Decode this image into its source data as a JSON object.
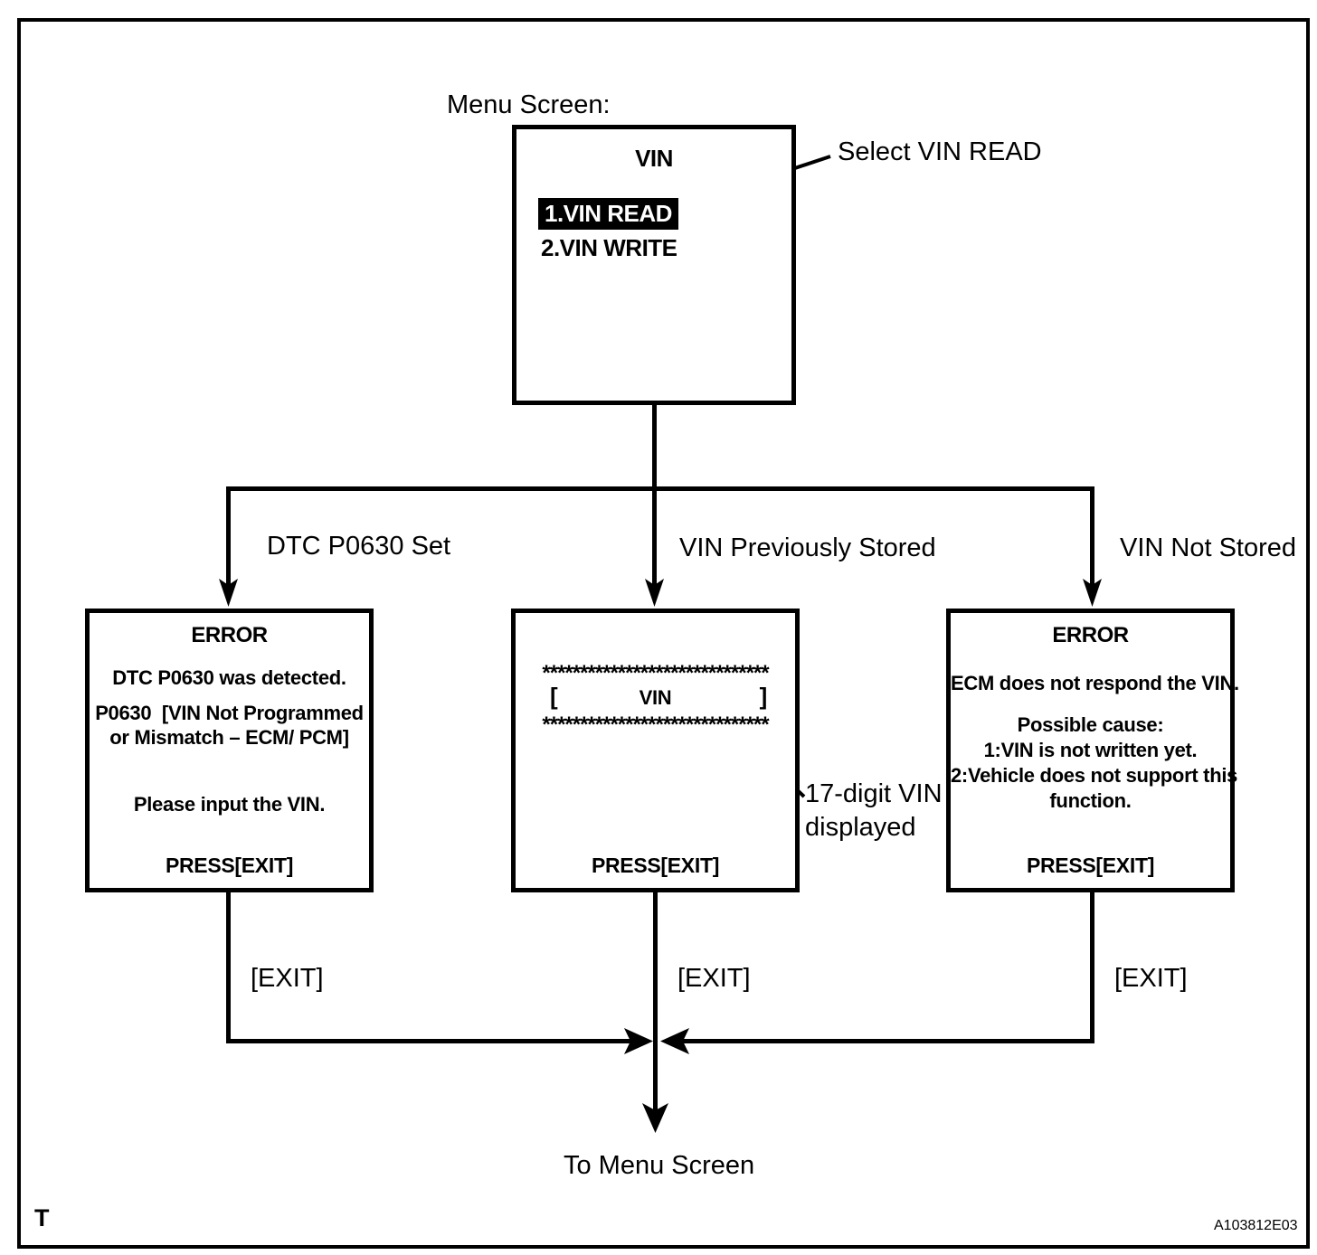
{
  "labels": {
    "menu_screen": "Menu Screen:",
    "select_callout": "Select VIN READ",
    "branch_left": "DTC P0630 Set",
    "branch_center": "VIN Previously Stored",
    "branch_right": "VIN Not Stored",
    "vin_callout_line1": "17-digit VIN",
    "vin_callout_line2": "displayed",
    "exit": "[EXIT]",
    "to_menu": "To Menu Screen",
    "footer_left": "T",
    "footer_right": "A103812E03"
  },
  "menu": {
    "title": "VIN",
    "items": [
      {
        "label": "1.VIN READ",
        "selected": true
      },
      {
        "label": "2.VIN WRITE",
        "selected": false
      }
    ]
  },
  "error_dtc_box": {
    "title": "ERROR",
    "line1": "DTC P0630 was detected.",
    "line2": "P0630  [VIN Not Programmed",
    "line3": "or Mismatch – ECM/ PCM]",
    "line4": "Please input the VIN.",
    "press": "PRESS[EXIT]"
  },
  "vin_display_box": {
    "asterisks": "******************************",
    "bracket_open": "[",
    "label": "VIN",
    "bracket_close": "]",
    "press": "PRESS[EXIT]"
  },
  "error_ecm_box": {
    "title": "ERROR",
    "line1": "ECM does not respond the VIN.",
    "line2": "Possible cause:",
    "line3": "1:VIN is not written yet.",
    "line4": "2:Vehicle does not support this",
    "line5": "function.",
    "press": "PRESS[EXIT]"
  }
}
